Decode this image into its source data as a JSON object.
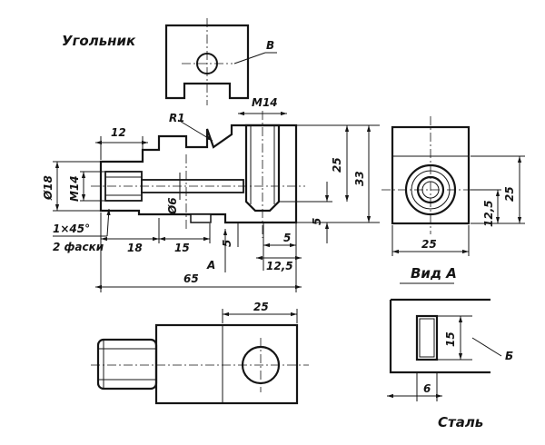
{
  "captions": {
    "part_name": "Угольник",
    "material": "Сталь",
    "view_a": "Вид А"
  },
  "letters": {
    "b_cyr": "В",
    "b_small": "Б",
    "a_arrow": "А"
  },
  "dims": {
    "d12": "12",
    "r1": "R1",
    "m14_top": "M14",
    "m14_left": "M14",
    "d18": "Ø18",
    "d6": "Ø6",
    "chamfer": "1×45°",
    "chamfer_count": "2 фаски",
    "d18_len": "18",
    "d15": "15",
    "d65": "65",
    "d5_a": "5",
    "d5_b": "5",
    "d5_c": "5",
    "d12_5_bottom": "12,5",
    "d25_v": "25",
    "d33": "33",
    "side_12_5": "12,5",
    "side_25_v": "25",
    "side_25_h": "25",
    "plan_25": "25",
    "slot_15": "15",
    "slot_6": "6"
  }
}
